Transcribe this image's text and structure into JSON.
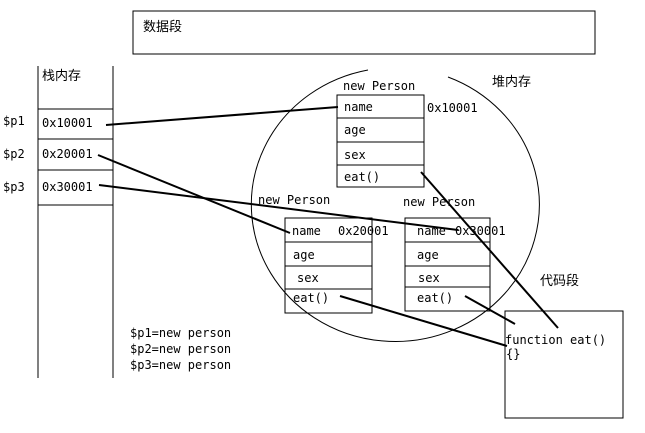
{
  "labels": {
    "data_segment": "数据段",
    "stack_memory": "栈内存",
    "heap_memory": "堆内存",
    "code_segment": "代码段"
  },
  "stack": {
    "vars": [
      "$p1",
      "$p2",
      "$p3"
    ],
    "addresses": [
      "0x10001",
      "0x20001",
      "0x30001"
    ]
  },
  "heap": {
    "objects": [
      {
        "header": "new Person",
        "fields": [
          "name",
          "age",
          "sex",
          "eat()"
        ],
        "address": "0x10001"
      },
      {
        "header": "new Person",
        "fields": [
          "name",
          "age",
          "sex",
          "eat()"
        ],
        "address": "0x20001"
      },
      {
        "header": "new Person",
        "fields": [
          "name",
          "age",
          "sex",
          "eat()"
        ],
        "address": "0x30001"
      }
    ]
  },
  "code": {
    "function_line": "function eat()",
    "body_line": "{}"
  },
  "assignments": [
    "$p1=new person",
    "$p2=new person",
    "$p3=new person"
  ]
}
